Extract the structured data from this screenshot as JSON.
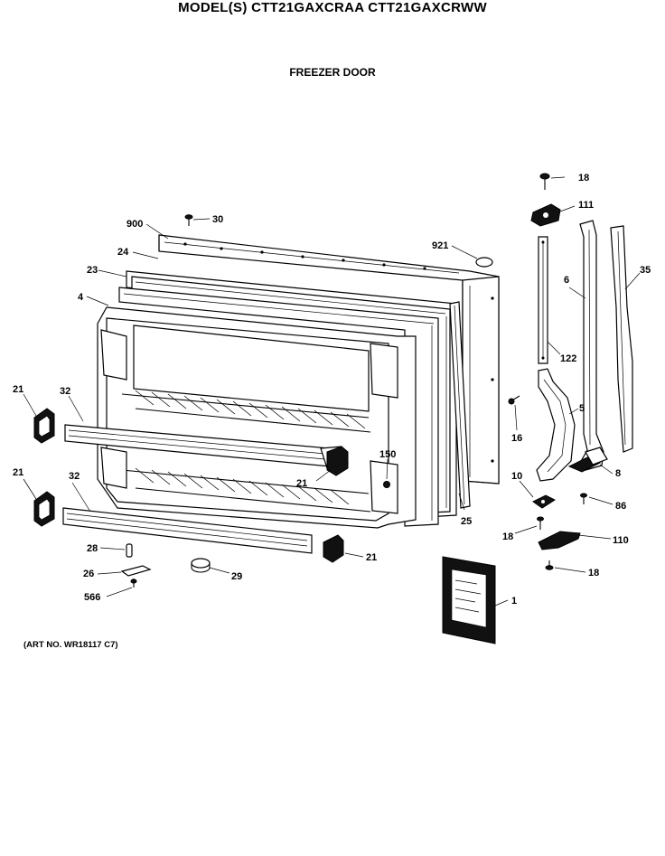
{
  "header": {
    "model_title": "MODEL(S) CTT21GAXCRAA  CTT21GAXCRWW",
    "section_title": "FREEZER DOOR"
  },
  "footer": {
    "art_no": "(ART NO. WR18117 C7)"
  },
  "callouts": {
    "c18a": "18",
    "c111": "111",
    "c30": "30",
    "c900": "900",
    "c921": "921",
    "c24": "24",
    "c23": "23",
    "c4": "4",
    "c6": "6",
    "c35": "35",
    "c122": "122",
    "c21a": "21",
    "c32a": "32",
    "c5": "5",
    "c16": "16",
    "c150": "150",
    "c21b": "21",
    "c10": "10",
    "c8": "8",
    "c86": "86",
    "c21c": "21",
    "c32b": "32",
    "c25": "25",
    "c18b": "18",
    "c110": "110",
    "c28": "28",
    "c21d": "21",
    "c18c": "18",
    "c26": "26",
    "c29": "29",
    "c566": "566",
    "c1": "1"
  },
  "colors": {
    "ink": "#000000",
    "paper": "#ffffff"
  }
}
